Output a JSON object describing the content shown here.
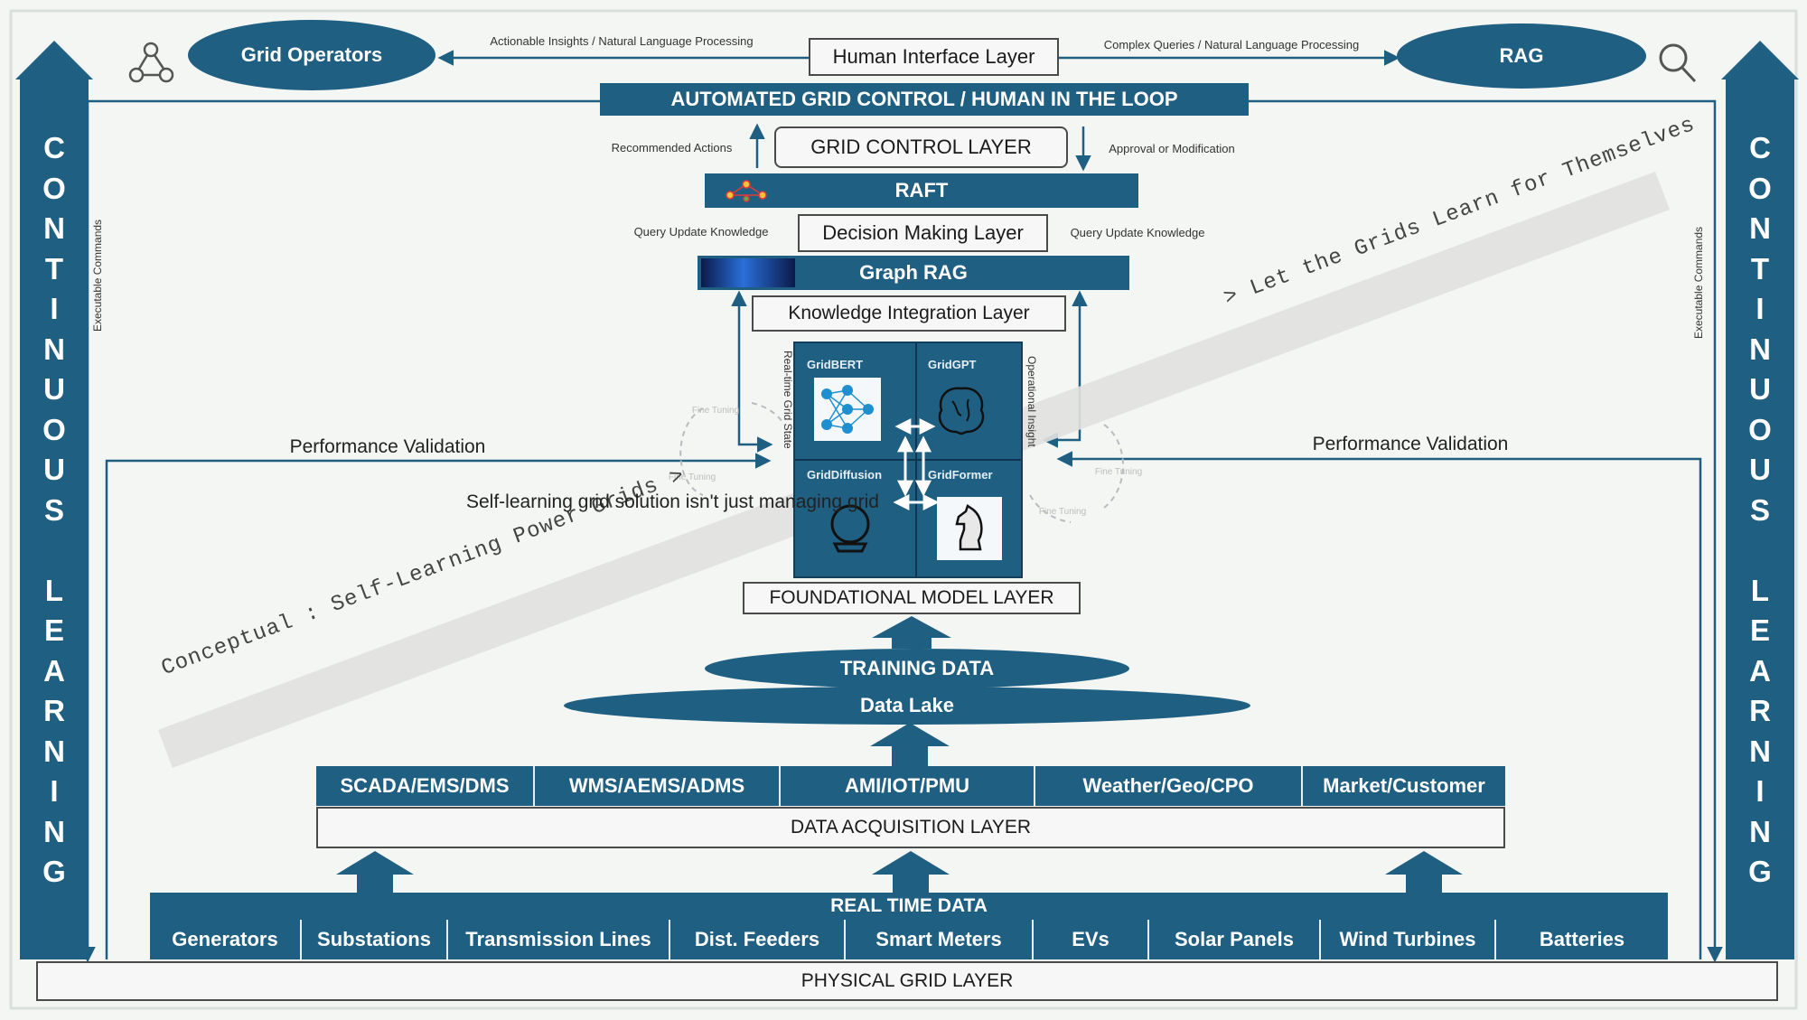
{
  "human_interface": {
    "title": "Human Interface Layer",
    "left_flow": "Actionable Insights  / Natural Language Processing",
    "right_flow": "Complex Queries /  Natural Language Processing"
  },
  "grid_operators": "Grid Operators",
  "rag": "RAG",
  "automated_control": "AUTOMATED GRID CONTROL / HUMAN IN THE LOOP",
  "grid_control": {
    "title": "GRID CONTROL LAYER",
    "left": "Recommended Actions",
    "right": "Approval or Modification"
  },
  "raft": "RAFT",
  "decision": {
    "title": "Decision Making Layer",
    "left": "Query Update Knowledge",
    "right": "Query Update Knowledge"
  },
  "graph_rag": "Graph RAG",
  "knowledge": "Knowledge Integration Layer",
  "side_labels": {
    "real_time_state": "Real-time Grid State",
    "operational_insight": "Operational Insight",
    "executable_commands_left": "Executable Commands",
    "executable_commands_right": "Executable Commands"
  },
  "models": {
    "tl": "GridBERT",
    "tr": "GridGPT",
    "bl": "GridDiffusion",
    "br": "GridFormer"
  },
  "fine_tuning": "Fine Tuning",
  "performance_left": "Performance Validation",
  "performance_right": "Performance Validation",
  "self_learning": "Self-learning grid solution isn't just managing grid",
  "banner": {
    "lower": "Conceptual : Self-Learning Power Grids >",
    "upper": "> Let the Grids Learn for Themselves"
  },
  "foundational": "FOUNDATIONAL MODEL LAYER",
  "training_data": "TRAINING DATA",
  "data_lake": "Data Lake",
  "data_sources": [
    "SCADA/EMS/DMS",
    "WMS/AEMS/ADMS",
    "AMI/IOT/PMU",
    "Weather/Geo/CPO",
    "Market/Customer"
  ],
  "data_acquisition": "DATA ACQUISITION LAYER",
  "real_time_data": "REAL TIME DATA",
  "grid_assets": [
    "Generators",
    "Substations",
    "Transmission Lines",
    "Dist. Feeders",
    "Smart Meters",
    "EVs",
    "Solar Panels",
    "Wind Turbines",
    "Batteries"
  ],
  "physical": "PHYSICAL GRID LAYER",
  "continuous_learning": [
    "C",
    "O",
    "N",
    "T",
    "I",
    "N",
    "U",
    "O",
    "U",
    "S",
    "",
    "L",
    "E",
    "A",
    "R",
    "N",
    "I",
    "N",
    "G"
  ],
  "colors": {
    "primary": "#1f5f82",
    "box_border": "#4a4a4a",
    "background": "#f4f6f3"
  },
  "icons": {
    "left_top": "network-nodes-icon",
    "right_top": "magnifier-icon"
  }
}
